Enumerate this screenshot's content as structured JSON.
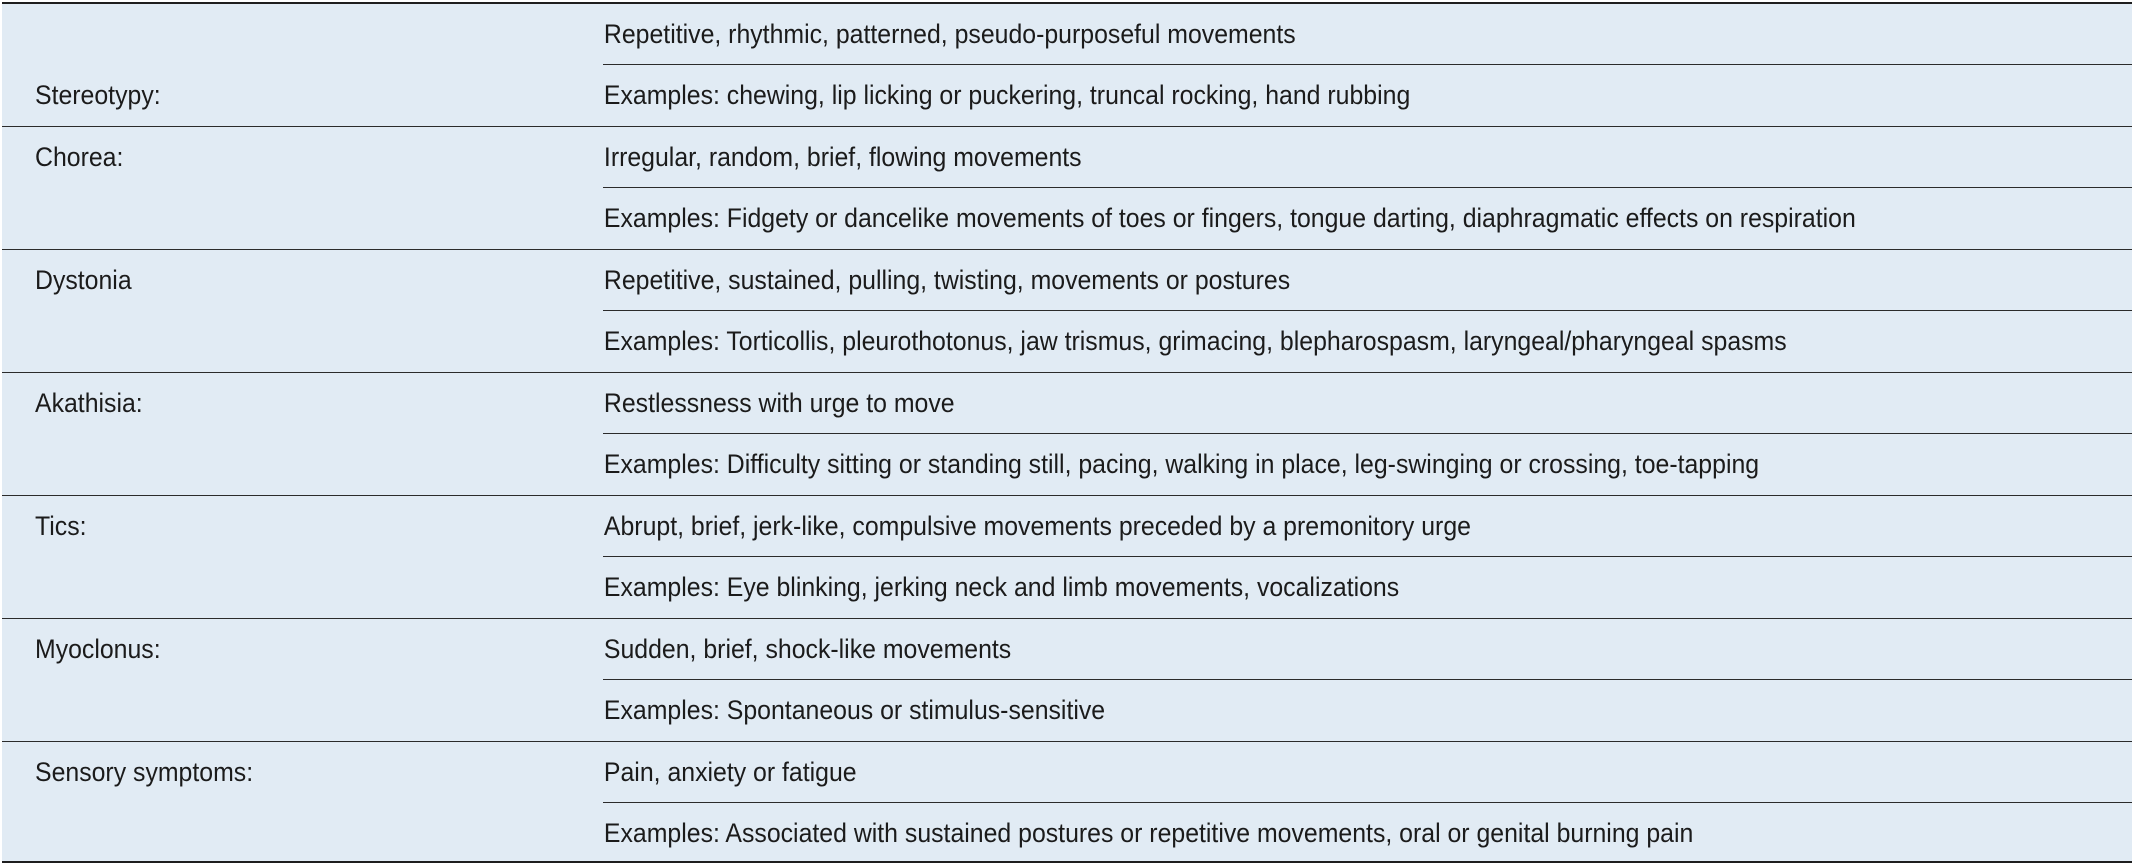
{
  "table": {
    "rows": [
      {
        "label": "Stereotypy:",
        "label_position": "bottom",
        "description": "Repetitive, rhythmic, patterned, pseudo-purposeful movements",
        "examples": "Examples: chewing, lip licking or puckering, truncal rocking, hand rubbing"
      },
      {
        "label": "Chorea:",
        "label_position": "top",
        "description": "Irregular, random, brief, flowing movements",
        "examples": "Examples: Fidgety or dancelike movements of toes or fingers, tongue darting, diaphragmatic effects on respiration"
      },
      {
        "label": "Dystonia",
        "label_position": "top",
        "description": "Repetitive, sustained, pulling, twisting, movements or postures",
        "examples": "Examples: Torticollis, pleurothotonus, jaw trismus, grimacing, blepharospasm, laryngeal/pharyngeal spasms"
      },
      {
        "label": "Akathisia:",
        "label_position": "top",
        "description": "Restlessness with urge to move",
        "examples": "Examples: Difficulty sitting or standing still, pacing, walking in place, leg-swinging or crossing, toe-tapping"
      },
      {
        "label": "Tics:",
        "label_position": "top",
        "description": "Abrupt, brief, jerk-like, compulsive movements preceded by a premonitory urge",
        "examples": "Examples: Eye blinking, jerking neck and limb movements, vocalizations"
      },
      {
        "label": "Myoclonus:",
        "label_position": "top",
        "description": "Sudden, brief, shock-like movements",
        "examples": "Examples: Spontaneous or stimulus-sensitive"
      },
      {
        "label": "Sensory symptoms:",
        "label_position": "top",
        "description": "Pain, anxiety or fatigue",
        "examples": "Examples: Associated with sustained postures or repetitive movements, oral or genital burning pain"
      }
    ]
  },
  "colors": {
    "background": "#e1ebf4",
    "rule": "#2b2b2b",
    "text": "#1b1b1b"
  }
}
